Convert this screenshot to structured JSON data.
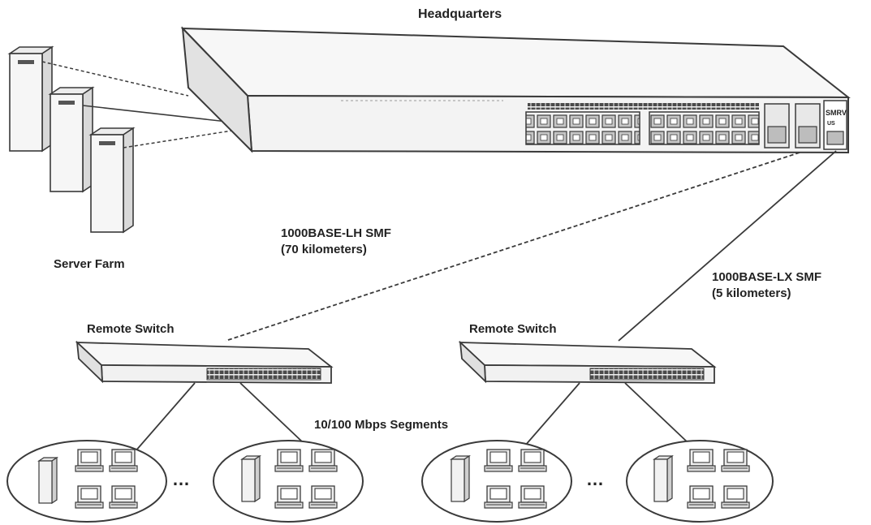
{
  "labels": {
    "headquarters": "Headquarters",
    "server_farm": "Server Farm",
    "link_lh_line1": "1000BASE-LH SMF",
    "link_lh_line2": "(70 kilometers)",
    "link_lx_line1": "1000BASE-LX SMF",
    "link_lx_line2": "(5 kilometers)",
    "remote_switch_left": "Remote Switch",
    "remote_switch_right": "Remote Switch",
    "segments": "10/100 Mbps Segments",
    "ellipsis_left": "…",
    "ellipsis_right": "…"
  },
  "switch_badge": {
    "line1": "SMRV",
    "line2": "US"
  },
  "colors": {
    "stroke": "#3a3a3a",
    "device_fill": "#f6f6f6",
    "port_fill": "#bdbdbd",
    "text": "#222222"
  }
}
